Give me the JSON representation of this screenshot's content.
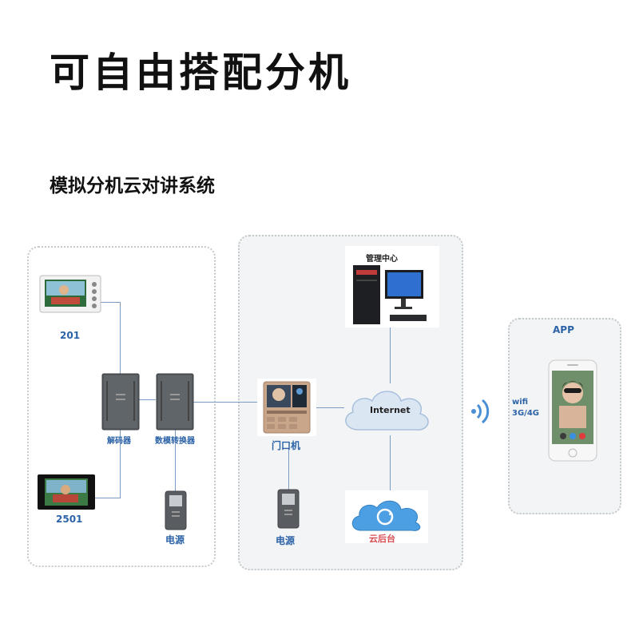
{
  "title": "可自由搭配分机",
  "subtitle": "模拟分机云对讲系统",
  "left_panel": {
    "monitor_201_label": "201",
    "monitor_2501_label": "2501",
    "decoder_label": "解码器",
    "converter_label": "数模转换器",
    "power_label": "电源"
  },
  "center_panel": {
    "management_label": "管理中心",
    "internet_label": "Internet",
    "door_station_label": "门口机",
    "power_label": "电源",
    "cloud_label": "云后台"
  },
  "right_panel": {
    "app_label": "APP",
    "wifi_label": "wifi",
    "network_label": "3G/4G"
  },
  "colors": {
    "label_blue": "#2c63a8",
    "wire": "#7a9cc2",
    "cloud_red": "#d84a52"
  }
}
